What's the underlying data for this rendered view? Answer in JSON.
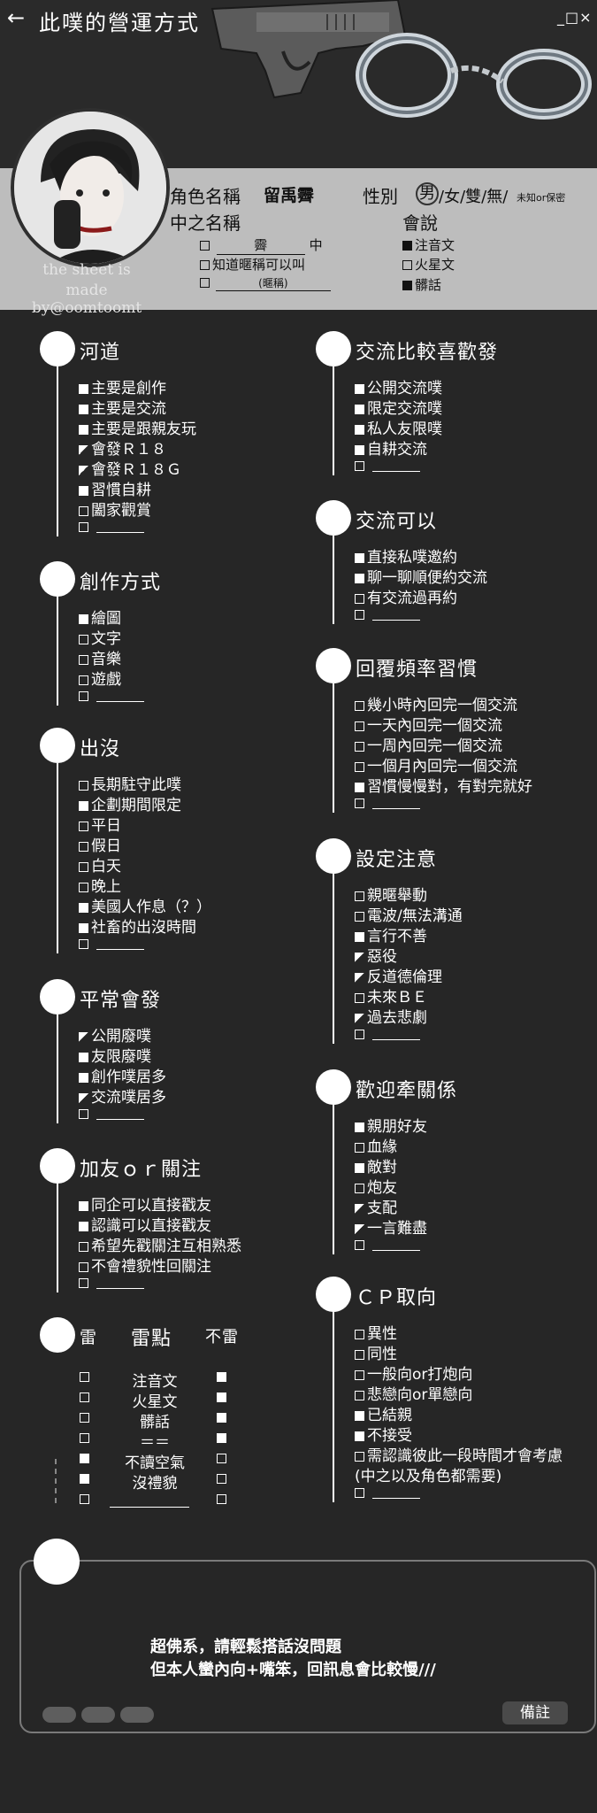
{
  "header": {
    "back_icon": "arrow-left-icon",
    "title": "此噗的營運方式",
    "window_controls": "_□×"
  },
  "profile": {
    "credit_line1": "the sheet is",
    "credit_line2": "made by@oomtoomt",
    "name_label": "角色名稱",
    "name_value": "留禹霽",
    "gender_label": "性別",
    "gender_selected": "男",
    "gender_rest": "/女/雙/無/",
    "gender_unknown": "未知or保密",
    "chinese_name_label": "中之名稱",
    "chinese_name_value": "霽",
    "chinese_name_suffix": "中",
    "know_nickname": "知道暱稱可以叫",
    "nickname_hint": "(暱稱)",
    "speech_label": "會說",
    "speech_items": [
      "注音文",
      "火星文",
      "髒話"
    ]
  },
  "left_sections": [
    {
      "title": "河道",
      "items": [
        {
          "mark": "f",
          "text": "主要是創作"
        },
        {
          "mark": "f",
          "text": "主要是交流"
        },
        {
          "mark": "f",
          "text": "主要是跟親友玩"
        },
        {
          "mark": "h",
          "text": "會發Ｒ１８"
        },
        {
          "mark": "h",
          "text": "會發Ｒ１８Ｇ"
        },
        {
          "mark": "f",
          "text": "習慣自耕"
        },
        {
          "mark": "o",
          "text": "闔家觀賞"
        }
      ]
    },
    {
      "title": "創作方式",
      "items": [
        {
          "mark": "f",
          "text": "繪圖"
        },
        {
          "mark": "o",
          "text": "文字"
        },
        {
          "mark": "o",
          "text": "音樂"
        },
        {
          "mark": "o",
          "text": "遊戲"
        }
      ]
    },
    {
      "title": "出沒",
      "items": [
        {
          "mark": "o",
          "text": "長期駐守此噗"
        },
        {
          "mark": "f",
          "text": "企劃期間限定"
        },
        {
          "mark": "o",
          "text": "平日"
        },
        {
          "mark": "o",
          "text": "假日"
        },
        {
          "mark": "o",
          "text": "白天"
        },
        {
          "mark": "o",
          "text": "晚上"
        },
        {
          "mark": "f",
          "text": "美國人作息（？）"
        },
        {
          "mark": "f",
          "text": "社畜的出沒時間"
        }
      ]
    },
    {
      "title": "平常會發",
      "items": [
        {
          "mark": "h",
          "text": "公開廢噗"
        },
        {
          "mark": "f",
          "text": "友限廢噗"
        },
        {
          "mark": "f",
          "text": "創作噗居多"
        },
        {
          "mark": "h",
          "text": "交流噗居多"
        }
      ]
    },
    {
      "title": "加友ｏｒ關注",
      "items": [
        {
          "mark": "f",
          "text": "同企可以直接戳友"
        },
        {
          "mark": "f",
          "text": "認識可以直接戳友"
        },
        {
          "mark": "o",
          "text": "希望先戳關注互相熟悉"
        },
        {
          "mark": "o",
          "text": "不會禮貌性回關注"
        }
      ]
    }
  ],
  "landmine": {
    "title": "雷",
    "center_title": "雷點",
    "right_title": "不雷",
    "rows": [
      {
        "left": "o",
        "text": "注音文",
        "right": "f"
      },
      {
        "left": "o",
        "text": "火星文",
        "right": "f"
      },
      {
        "left": "o",
        "text": "髒話",
        "right": "f"
      },
      {
        "left": "o",
        "text": "＝＝",
        "right": "f"
      },
      {
        "left": "f",
        "text": "不讀空氣",
        "right": "o"
      },
      {
        "left": "f",
        "text": "沒禮貌",
        "right": "o"
      },
      {
        "left": "o",
        "text": "",
        "right": "o"
      }
    ]
  },
  "right_sections": [
    {
      "title": "交流比較喜歡發",
      "items": [
        {
          "mark": "f",
          "text": "公開交流噗"
        },
        {
          "mark": "f",
          "text": "限定交流噗"
        },
        {
          "mark": "f",
          "text": "私人友限噗"
        },
        {
          "mark": "f",
          "text": "自耕交流"
        }
      ]
    },
    {
      "title": "交流可以",
      "items": [
        {
          "mark": "f",
          "text": "直接私噗邀約"
        },
        {
          "mark": "f",
          "text": "聊一聊順便約交流"
        },
        {
          "mark": "o",
          "text": "有交流過再約"
        }
      ]
    },
    {
      "title": "回覆頻率習慣",
      "items": [
        {
          "mark": "o",
          "text": "幾小時內回完一個交流"
        },
        {
          "mark": "o",
          "text": "一天內回完一個交流"
        },
        {
          "mark": "o",
          "text": "一周內回完一個交流"
        },
        {
          "mark": "o",
          "text": "一個月內回完一個交流"
        },
        {
          "mark": "f",
          "text": "習慣慢慢對，有對完就好"
        }
      ]
    },
    {
      "title": "設定注意",
      "items": [
        {
          "mark": "o",
          "text": "親暱舉動"
        },
        {
          "mark": "o",
          "text": "電波/無法溝通"
        },
        {
          "mark": "f",
          "text": "言行不善"
        },
        {
          "mark": "g",
          "text": "惡役"
        },
        {
          "mark": "g",
          "text": "反道德倫理"
        },
        {
          "mark": "o",
          "text": "未來ＢＥ"
        },
        {
          "mark": "g",
          "text": "過去悲劇"
        }
      ]
    },
    {
      "title": "歡迎牽關係",
      "items": [
        {
          "mark": "f",
          "text": "親朋好友"
        },
        {
          "mark": "o",
          "text": "血緣"
        },
        {
          "mark": "f",
          "text": "敵對"
        },
        {
          "mark": "o",
          "text": "炮友"
        },
        {
          "mark": "h",
          "text": "支配"
        },
        {
          "mark": "h",
          "text": "一言難盡"
        }
      ]
    },
    {
      "title": "ＣＰ取向",
      "items": [
        {
          "mark": "o",
          "text": "異性"
        },
        {
          "mark": "o",
          "text": "同性"
        },
        {
          "mark": "o",
          "text": "一般向or打炮向"
        },
        {
          "mark": "o",
          "text": "悲戀向or單戀向"
        },
        {
          "mark": "f",
          "text": "已結親"
        },
        {
          "mark": "f",
          "text": "不接受"
        },
        {
          "mark": "o",
          "text": "需認識彼此一段時間才會考慮"
        },
        {
          "mark": "",
          "text": "(中之以及角色都需要)"
        }
      ]
    }
  ],
  "notes": {
    "line1": "超佛系，請輕鬆搭話沒問題",
    "line2": "但本人蠻內向+嘴笨，回訊息會比較慢///",
    "footer_label": "備註"
  }
}
